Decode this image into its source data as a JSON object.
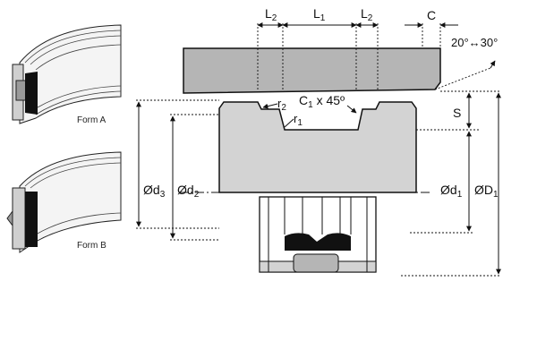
{
  "forms": [
    {
      "label": "Form A"
    },
    {
      "label": "Form B"
    }
  ],
  "dimensions": {
    "L2_left": {
      "main": "L",
      "sub": "2"
    },
    "L1": {
      "main": "L",
      "sub": "1"
    },
    "L2_right": {
      "main": "L",
      "sub": "2"
    },
    "C": "C",
    "angle": "20°↔30°",
    "r2": {
      "main": "r",
      "sub": "2"
    },
    "r1": {
      "main": "r",
      "sub": "1"
    },
    "chamfer": {
      "main": "C",
      "sub": "1",
      "rest": " x 45º"
    },
    "S": "S",
    "d3": {
      "main": "Ød",
      "sub": "3"
    },
    "d2": {
      "main": "Ød",
      "sub": "2"
    },
    "d1": {
      "main": "Ød",
      "sub": "1"
    },
    "D1": {
      "main": "ØD",
      "sub": "1"
    }
  },
  "colors": {
    "body_fill": "#d3d3d3",
    "rod_fill": "#b5b5b5",
    "seal_fill": "#111111",
    "stroke": "#111111"
  }
}
